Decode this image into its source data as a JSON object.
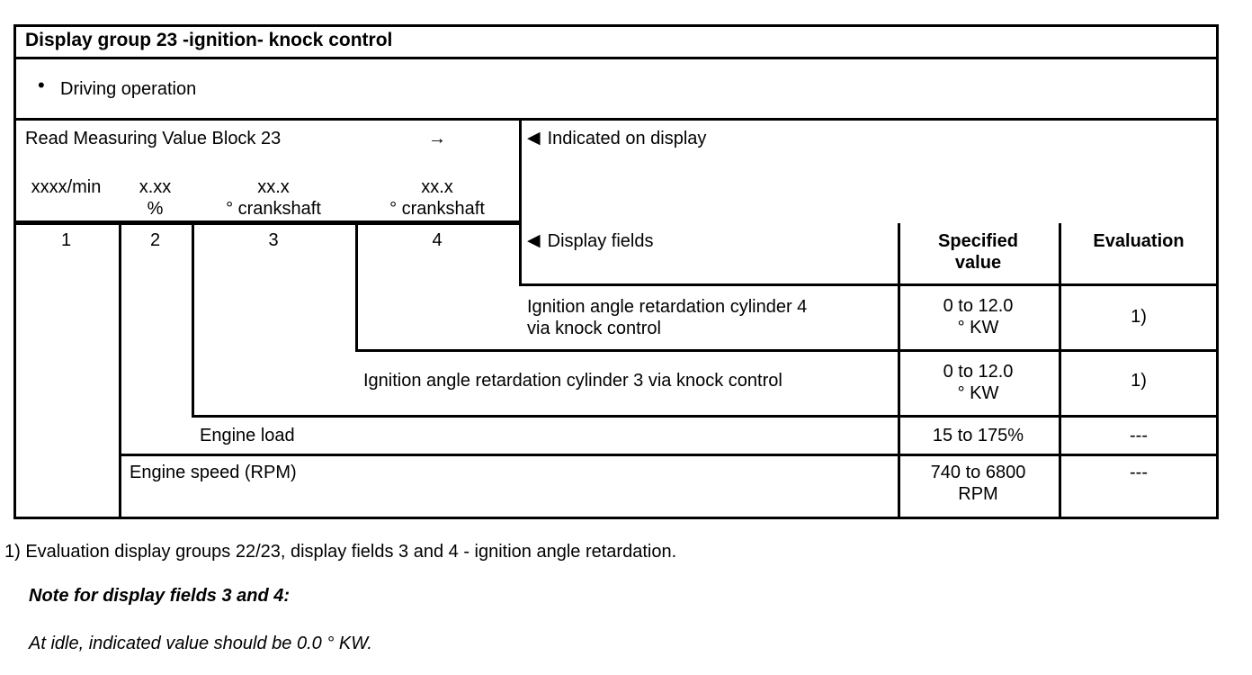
{
  "page": {
    "title": "Display group 23 -ignition- knock control",
    "operation": {
      "bullet": "•",
      "label": "Driving operation"
    },
    "measuring": {
      "command": "Read Measuring Value Block 23",
      "arrow_icon": "→",
      "units_line1": [
        "xxxx/min",
        "x.xx",
        "xx.x",
        "xx.x"
      ],
      "units_line2": [
        "%",
        "° crankshaft",
        "° crankshaft"
      ]
    },
    "indicated": {
      "marker_icon": "◀",
      "label": "Indicated on display"
    },
    "header": {
      "field_numbers": [
        "1",
        "2",
        "3",
        "4"
      ],
      "marker_icon": "◀",
      "display_fields_label": "Display fields",
      "specified_line1": "Specified",
      "specified_line2": "value",
      "evaluation": "Evaluation"
    },
    "rows": [
      {
        "label_line1": "Ignition angle retardation cylinder 4",
        "label_line2": "via knock control",
        "specified_line1": "0 to 12.0",
        "specified_line2": "° KW",
        "evaluation": "1)"
      },
      {
        "label_line1": "Ignition angle retardation cylinder 3 via knock control",
        "specified_line1": "0 to 12.0",
        "specified_line2": "° KW",
        "evaluation": "1)"
      },
      {
        "label_line1": "Engine load",
        "specified_line1": "15 to 175%",
        "evaluation": "---"
      },
      {
        "label_line1": "Engine speed (RPM)",
        "specified_line1": "740 to 6800",
        "specified_line2": "RPM",
        "evaluation": "---"
      }
    ],
    "footnote": "1) Evaluation display groups 22/23, display fields 3 and 4 - ignition angle retardation.",
    "note_heading": "Note for display fields 3 and 4:",
    "note_text": "At idle, indicated value should be 0.0 ° KW."
  },
  "colors": {
    "ink": "#000000",
    "paper": "#ffffff"
  }
}
